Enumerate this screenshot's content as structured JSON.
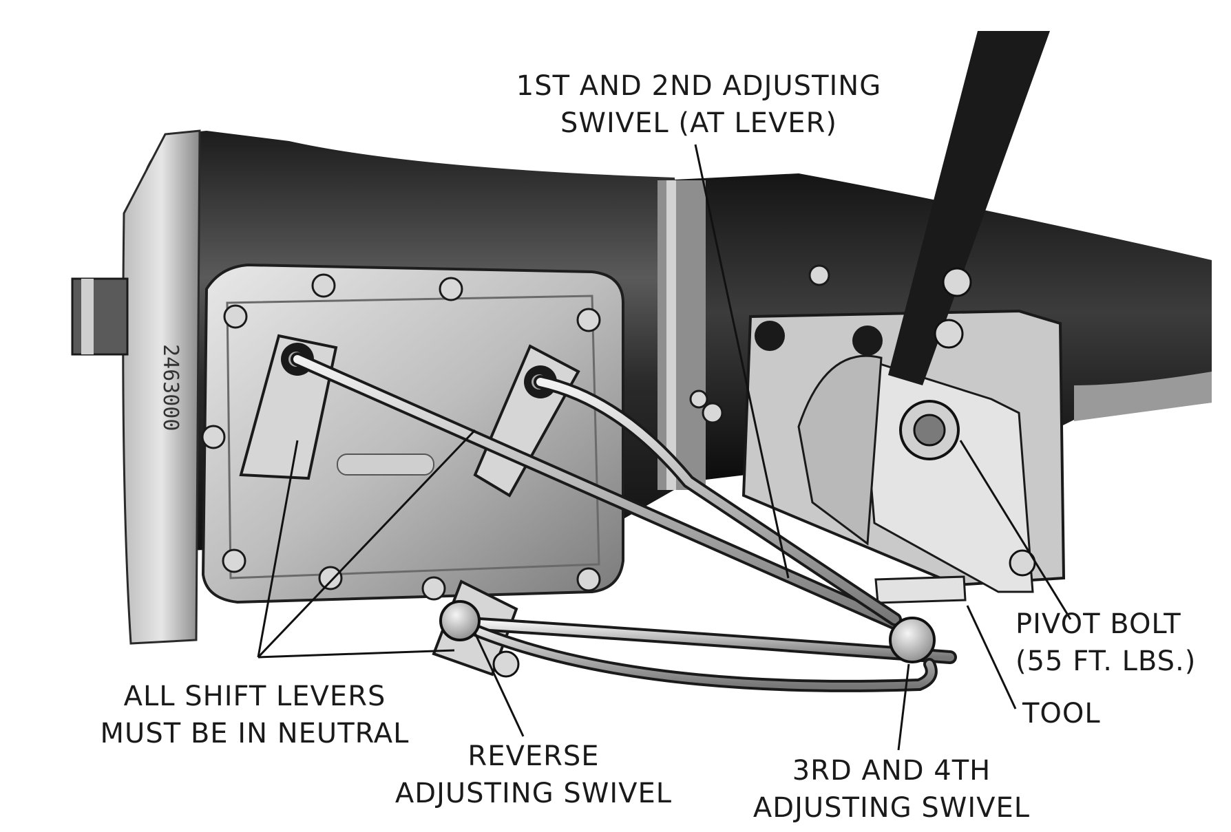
{
  "labels": {
    "first_second": [
      "1ST AND 2ND ADJUSTING",
      "SWIVEL (AT LEVER)"
    ],
    "pivot_bolt": [
      "PIVOT BOLT",
      "(55 FT. LBS.)"
    ],
    "tool": "TOOL",
    "shift_levers": [
      "ALL SHIFT LEVERS",
      "MUST BE IN NEUTRAL"
    ],
    "reverse": [
      "REVERSE",
      "ADJUSTING SWIVEL"
    ],
    "third_fourth": [
      "3RD AND 4TH",
      "ADJUSTING SWIVEL"
    ],
    "casting_mark": "2463000"
  }
}
